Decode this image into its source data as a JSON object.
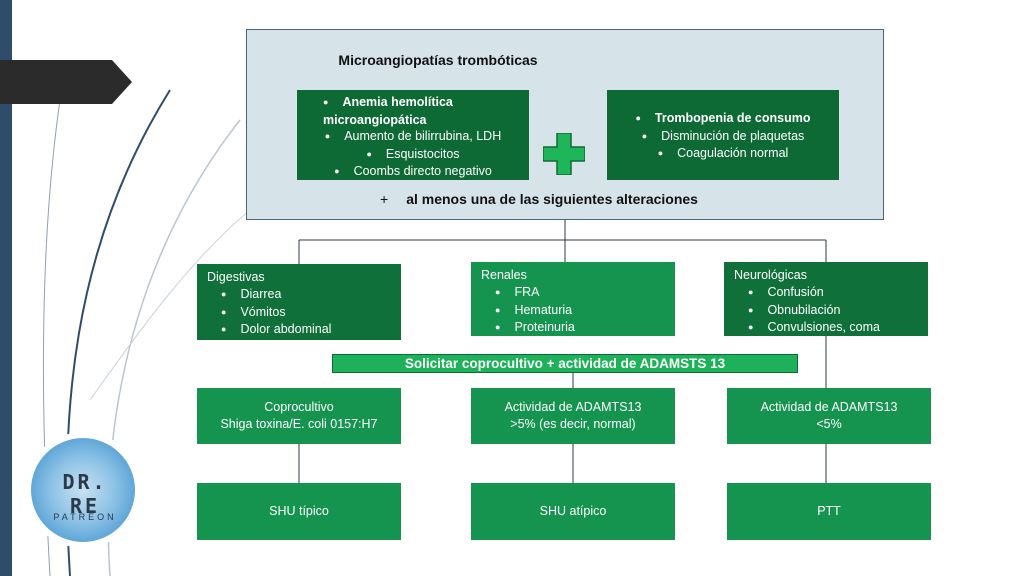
{
  "title": "Microangiopatías trombóticas",
  "box_left": [
    "Anemia hemolítica microangiopática",
    "Aumento de bilirrubina, LDH",
    "Esquistocitos",
    "Coombs directo negativo"
  ],
  "box_right": [
    "Trombopenia de consumo",
    "Disminución de plaquetas",
    "Coagulación normal"
  ],
  "plus_icon": "plus-icon",
  "alterations": {
    "prefix": "+",
    "text": "al menos una de las siguientes alteraciones"
  },
  "digestivas": {
    "title": "Digestivas",
    "items": [
      "Diarrea",
      "Vómitos",
      "Dolor abdominal"
    ]
  },
  "renales": {
    "title": "Renales",
    "items": [
      "FRA",
      "Hematuria",
      "Proteinuria"
    ]
  },
  "neurologicas": {
    "title": "Neurológicas",
    "items": [
      "Confusión",
      "Obnubilación",
      "Convulsiones, coma"
    ]
  },
  "solicitar": "Solicitar coprocultivo + actividad de ADAMSTS 13",
  "tests": [
    {
      "line1": "Coprocultivo",
      "line2": "Shiga toxina/E. coli 0157:H7"
    },
    {
      "line1": "Actividad de ADAMTS13",
      "line2": ">5% (es decir, normal)"
    },
    {
      "line1": "Actividad de ADAMTS13",
      "line2": "<5%"
    }
  ],
  "results": [
    "SHU típico",
    "SHU atípico",
    "PTT"
  ],
  "logo": {
    "name": "DR. RE",
    "sub": "PATREON"
  },
  "colors": {
    "dark_green": "#0e6a35",
    "green": "#159450",
    "bright_green": "#1db25a",
    "light_blue": "#d6e4ea",
    "navy": "#2f4d6b"
  }
}
